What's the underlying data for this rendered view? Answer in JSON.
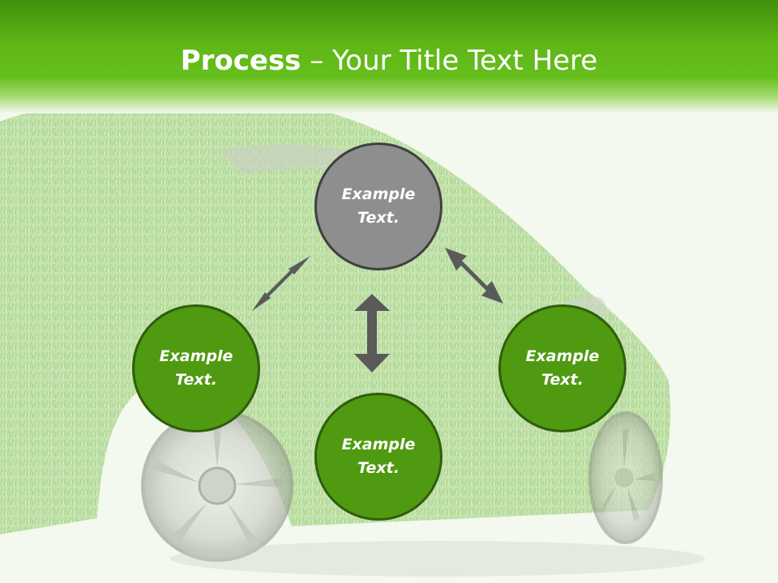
{
  "slide": {
    "title_bold": "Process",
    "title_rest": " – Your Title Text Here"
  },
  "nodes": {
    "top": "Example Text.",
    "left": "Example Text.",
    "bottom": "Example Text.",
    "right": "Example Text."
  },
  "background": {
    "image_subject": "grass-covered car"
  },
  "colors": {
    "header_green": "#5fb617",
    "node_green": "#4f9a10",
    "node_gray": "#8e8e8e",
    "arrow_gray": "#5a5a5a"
  }
}
